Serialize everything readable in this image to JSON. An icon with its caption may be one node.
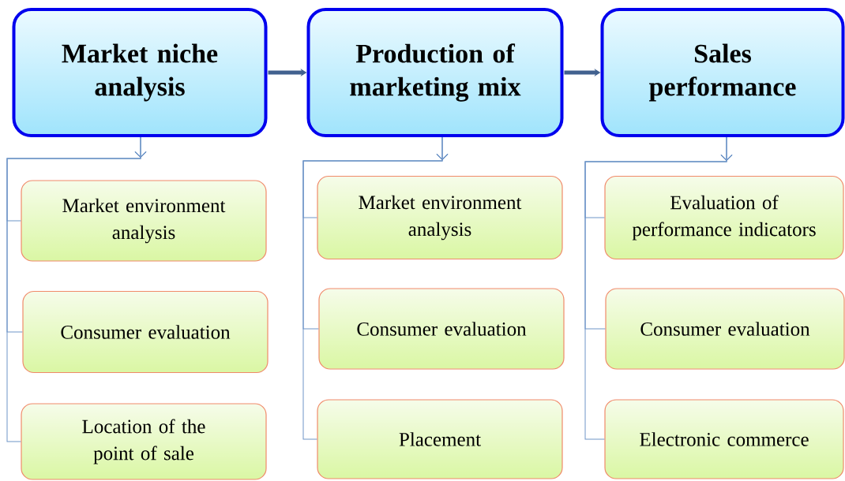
{
  "diagram": {
    "nodes": [
      {
        "text": [
          "Market niche analysis"
        ]
      },
      {
        "text": [
          "Production of marketing mix"
        ]
      },
      {
        "text": [
          "Sales performance"
        ]
      },
      {
        "text": [
          "Market environment analysis"
        ]
      },
      {
        "text": [
          "Consumer evaluation"
        ]
      },
      {
        "text": [
          "Location of the point of sale"
        ]
      },
      {
        "text": [
          "Market environment analysis"
        ]
      },
      {
        "text": [
          "Consumer evaluation"
        ]
      },
      {
        "text": [
          "Placement"
        ]
      },
      {
        "text": [
          "Evaluation of performance indicators"
        ]
      },
      {
        "text": [
          "Consumer evaluation"
        ]
      },
      {
        "text": [
          "Electronic commerce"
        ]
      }
    ],
    "edges": [
      {
        "from": 0,
        "to": 1,
        "arrow": "to",
        "style": "thick",
        "color": "#41618f"
      },
      {
        "from": 1,
        "to": 2,
        "arrow": "to",
        "style": "thick",
        "color": "#41618f"
      },
      {
        "from": 0,
        "to": 3,
        "arrow": "to"
      },
      {
        "from": 0,
        "to": 4,
        "arrow": "to"
      },
      {
        "from": 0,
        "to": 5,
        "arrow": "to"
      },
      {
        "from": 1,
        "to": 6,
        "arrow": "to"
      },
      {
        "from": 1,
        "to": 7,
        "arrow": "to"
      },
      {
        "from": 1,
        "to": 8,
        "arrow": "to"
      },
      {
        "from": 2,
        "to": 9,
        "arrow": "to"
      },
      {
        "from": 2,
        "to": 10,
        "arrow": "to"
      },
      {
        "from": 2,
        "to": 11,
        "arrow": "to"
      }
    ]
  }
}
